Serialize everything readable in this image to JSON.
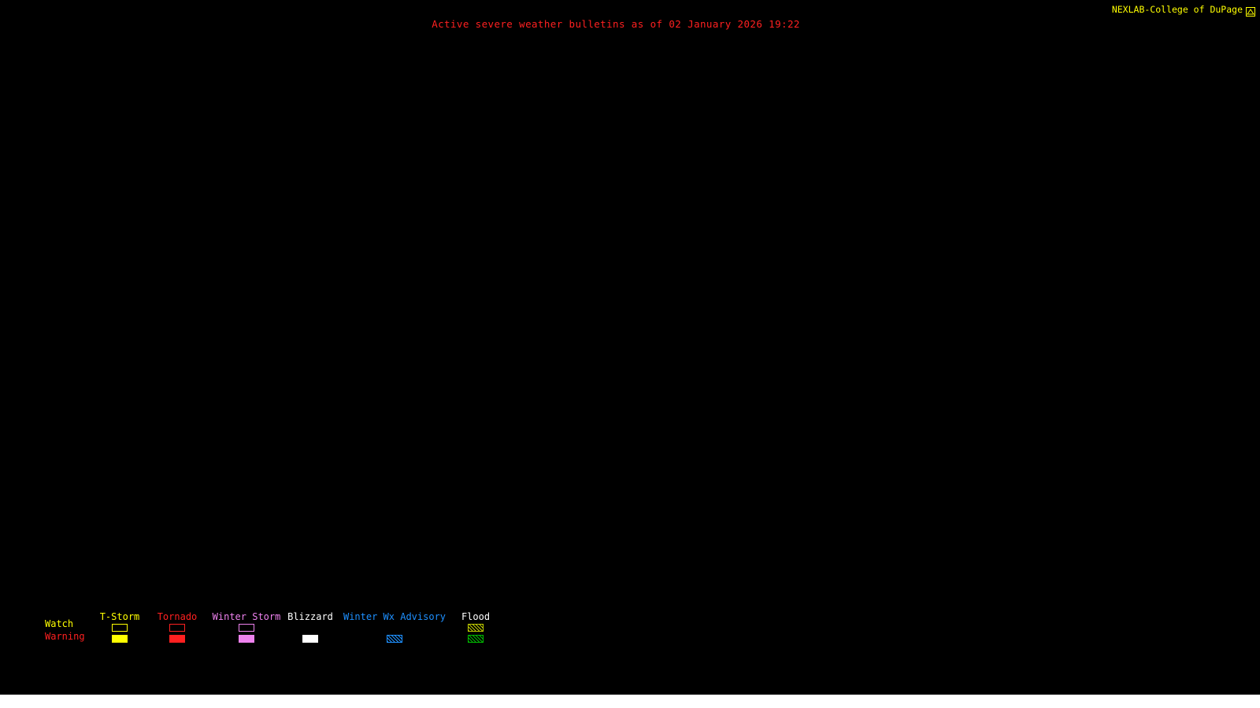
{
  "header": {
    "title": "Active severe weather bulletins as of 02 January 2026 19:22",
    "brand": "NEXLAB-College of DuPage"
  },
  "colors": {
    "background": "#000000",
    "title": "#ff2020",
    "brand": "#ffff00",
    "bottom_bar": "#ffffff"
  },
  "legend": {
    "row_labels": [
      {
        "label": "Watch",
        "color": "#ffff00"
      },
      {
        "label": "Warning",
        "color": "#ff2020"
      }
    ],
    "columns": [
      {
        "label": "T-Storm",
        "label_color": "#ffff00",
        "watch": {
          "style": "outline",
          "color": "#ffff00"
        },
        "warning": {
          "style": "solid",
          "color": "#ffff00"
        }
      },
      {
        "label": "Tornado",
        "label_color": "#ff2020",
        "watch": {
          "style": "outline",
          "color": "#ff2020"
        },
        "warning": {
          "style": "solid",
          "color": "#ff2020"
        }
      },
      {
        "label": "Winter Storm",
        "label_color": "#ee82ee",
        "watch": {
          "style": "outline",
          "color": "#ee82ee"
        },
        "warning": {
          "style": "solid",
          "color": "#ee82ee"
        }
      },
      {
        "label": "Blizzard",
        "label_color": "#ffffff",
        "watch": {
          "style": "none",
          "color": ""
        },
        "warning": {
          "style": "solid",
          "color": "#ffffff"
        }
      },
      {
        "label": "Winter Wx Advisory",
        "label_color": "#1e90ff",
        "watch": {
          "style": "none",
          "color": ""
        },
        "warning": {
          "style": "hatch",
          "color": "#1e90ff"
        }
      },
      {
        "label": "Flood",
        "label_color": "#ffffff",
        "watch": {
          "style": "hatch",
          "color": "#bfcc00"
        },
        "warning": {
          "style": "hatch",
          "color": "#00bb00"
        }
      }
    ]
  }
}
